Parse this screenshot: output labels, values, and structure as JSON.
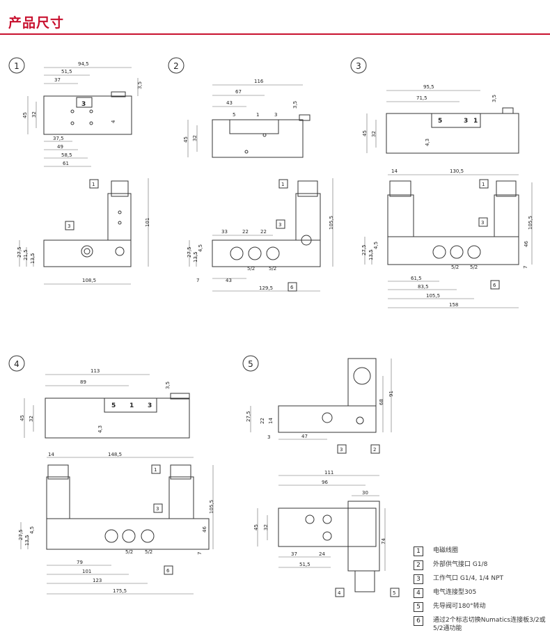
{
  "header": {
    "title": "产品尺寸"
  },
  "diagrams": [
    {
      "id": "1",
      "dims": [
        "94,5",
        "51,5",
        "37",
        "3,5",
        "45",
        "32",
        "4",
        "37,5",
        "49",
        "58,5",
        "61",
        "101",
        "27,5",
        "21,5",
        "13,5",
        "108,5"
      ],
      "callouts": [
        "1",
        "3"
      ]
    },
    {
      "id": "2",
      "dims": [
        "116",
        "67",
        "43",
        "3,5",
        "45",
        "32",
        "33",
        "22",
        "22",
        "105,5",
        "27,5",
        "13,5",
        "4,5",
        "7",
        "43",
        "129,5"
      ],
      "labels": [
        "5",
        "1",
        "3",
        "5/2",
        "5/2"
      ],
      "callouts": [
        "1",
        "3",
        "6"
      ]
    },
    {
      "id": "3",
      "dims": [
        "95,5",
        "71,5",
        "3,5",
        "45",
        "32",
        "4,3",
        "14",
        "130,5",
        "105,5",
        "46",
        "27,5",
        "13,5",
        "4,5",
        "7",
        "61,5",
        "83,5",
        "105,5",
        "158"
      ],
      "labels": [
        "5",
        "3",
        "1",
        "5/2",
        "5/2"
      ],
      "callouts": [
        "1",
        "3",
        "6"
      ]
    },
    {
      "id": "4",
      "dims": [
        "113",
        "89",
        "3,5",
        "45",
        "32",
        "4,3",
        "14",
        "148,5",
        "105,5",
        "46",
        "27,5",
        "13,5",
        "4,5",
        "7",
        "79",
        "101",
        "123",
        "175,5"
      ],
      "labels": [
        "5",
        "1",
        "3",
        "5/2",
        "5/2"
      ],
      "callouts": [
        "1",
        "3",
        "6"
      ]
    },
    {
      "id": "5",
      "dims": [
        "91",
        "68",
        "27,5",
        "22",
        "14",
        "3",
        "47",
        "111",
        "96",
        "30",
        "45",
        "32",
        "74",
        "37",
        "24",
        "51,5"
      ],
      "callouts": [
        "3",
        "2",
        "4",
        "5"
      ]
    }
  ],
  "legend": [
    {
      "num": "1",
      "text": "电磁线圈"
    },
    {
      "num": "2",
      "text": "外部供气接口 G1/8"
    },
    {
      "num": "3",
      "text": "工作气口 G1/4, 1/4 NPT"
    },
    {
      "num": "4",
      "text": "电气连接型305"
    },
    {
      "num": "5",
      "text": "先导阀可180°转动"
    },
    {
      "num": "6",
      "text": "通过2个标志切换Numatics连接板3/2或5/2通功能"
    }
  ]
}
